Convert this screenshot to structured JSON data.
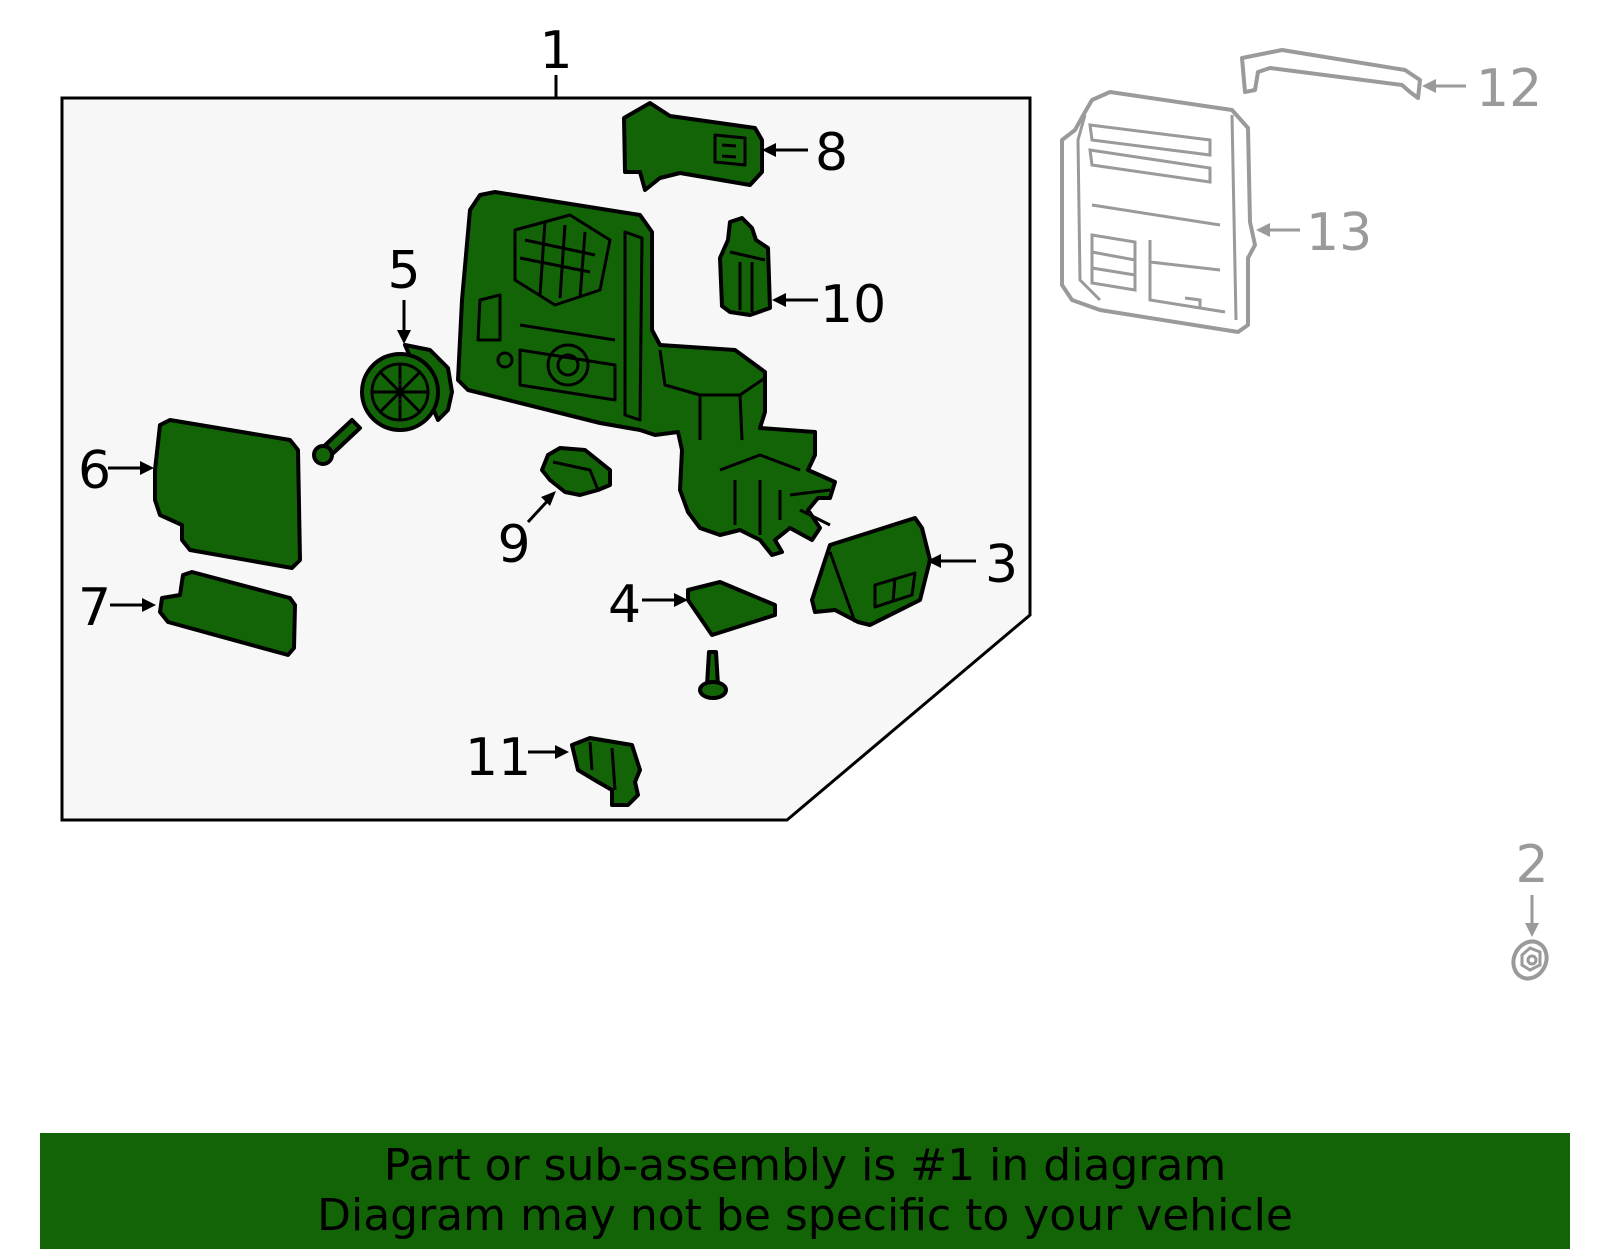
{
  "callouts": {
    "c1": "1",
    "c2": "2",
    "c3": "3",
    "c4": "4",
    "c5": "5",
    "c6": "6",
    "c7": "7",
    "c8": "8",
    "c9": "9",
    "c10": "10",
    "c11": "11",
    "c12": "12",
    "c13": "13"
  },
  "banner": {
    "line1": "Part or sub-assembly is #1 in diagram",
    "line2": "Diagram may not be specific to your vehicle"
  },
  "colors": {
    "highlight": "#136407",
    "ghost": "#9a9a9a",
    "panel": "#f7f7f7"
  }
}
